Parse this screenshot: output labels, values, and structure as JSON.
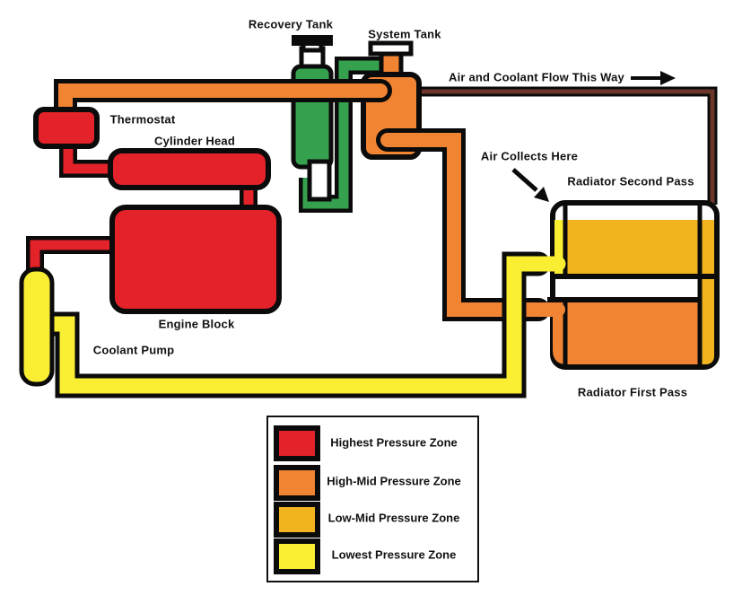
{
  "title": "Cooling system pressure zones diagram",
  "colors": {
    "highest": "#e32229",
    "high_mid": "#f08433",
    "low_mid": "#f2b41e",
    "lowest": "#faee33",
    "recovery": "#35a14f",
    "air_line": "#6b372a",
    "outline": "#0b0b0b",
    "background": "#ffffff"
  },
  "labels": {
    "recovery_tank": "Recovery Tank",
    "system_tank": "System Tank",
    "flow_direction": "Air and Coolant Flow This Way",
    "thermostat": "Thermostat",
    "cylinder_head": "Cylinder Head",
    "engine_block": "Engine Block",
    "coolant_pump": "Coolant Pump",
    "air_collects": "Air Collects Here",
    "radiator_second_pass": "Radiator Second Pass",
    "radiator_first_pass": "Radiator First Pass"
  },
  "legend": {
    "items": [
      {
        "label": "Highest Pressure Zone",
        "color_key": "highest"
      },
      {
        "label": "High-Mid Pressure Zone",
        "color_key": "high_mid"
      },
      {
        "label": "Low-Mid Pressure Zone",
        "color_key": "low_mid"
      },
      {
        "label": "Lowest Pressure Zone",
        "color_key": "lowest"
      }
    ]
  }
}
